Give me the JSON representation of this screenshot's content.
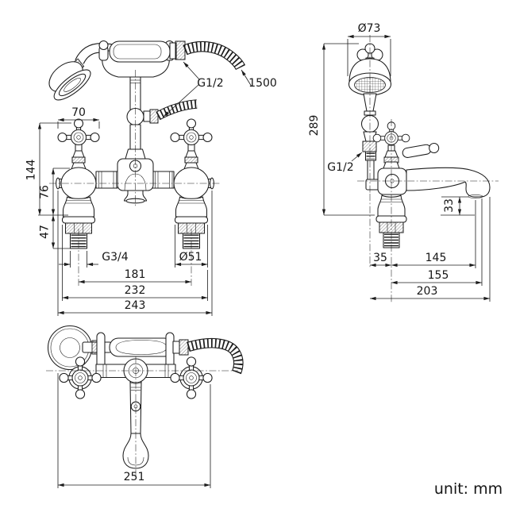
{
  "colors": {
    "line": "#1c1c1c",
    "text": "#161616",
    "background": "#ffffff"
  },
  "unit_note": "unit: mm",
  "front_view": {
    "handle_width": "70",
    "deck_to_handle_top": "144",
    "deck_to_body": "76",
    "tail_below_deck": "47",
    "tail_thread": "G3/4",
    "base_diameter": "Ø51",
    "inlet_spacing": "181",
    "flange_span": "232",
    "overall_width": "243",
    "hose_thread": "G1/2",
    "hose_length": "1500"
  },
  "side_view": {
    "head_diameter": "Ø73",
    "overall_height": "289",
    "hose_thread": "G1/2",
    "spout_drop": "33",
    "hose_offset": "35",
    "spout_reach": "145",
    "spout_reach_outer": "155",
    "overall_depth": "203"
  },
  "top_view": {
    "overall_depth": "251"
  }
}
